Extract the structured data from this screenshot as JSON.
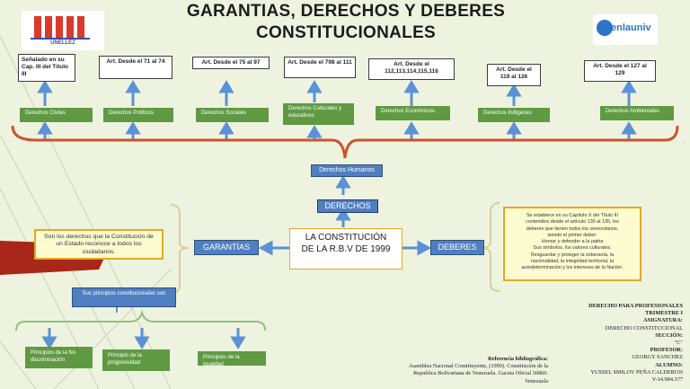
{
  "title_line1": "GARANTIAS, DERECHOS Y DEBERES",
  "title_line2": "CONSTITUCIONALES",
  "logo_left": "UNELLEZ",
  "logo_right": "enlauniv",
  "top_boxes": [
    "Señalado en su Cap. III del Título III",
    "Art. Desde el 71  al 74",
    "Art. Desde el 75  al 97",
    "Art. Desde el  798 al 111",
    "Art. Desde el 112,113,114,115,116",
    "Art.  Desde el 119 al 126",
    "Art. Desde el  127 al 129"
  ],
  "categories": [
    "Derechos Civiles",
    "Derechos Políticos",
    "Derechos Sociales",
    "Derechos Culturales y educativos",
    "Derechos Económicos",
    "Derechos Indígenas",
    "Derechos Ambientales"
  ],
  "derechos_humanos": "Derechos Humanos",
  "derechos": "DERECHOS",
  "center": "LA CONSTITUCIÓN DE LA R.B.V DE 1999",
  "garantias": "GARANTÍAS",
  "deberes": "DEBERES",
  "garantias_note": "Son los derechos que la Constitución de un Estado reconoce a todos los ciudadanos.",
  "principios_label": "Sus principios constitucionales  son",
  "principios": [
    "Principios de la No discriminación",
    "Principio de la progresividad",
    "Principios de la igualdad"
  ],
  "deberes_note": [
    "Se establece en su Capítulo X del Título III",
    "contenidos desde el  artículo 130 al 135, los",
    "deberes que tienen todos los venezolanos,",
    "siendo el primer deber:",
    "Honrar y defender a la patria",
    "Sus símbolos, los valores culturales.",
    "Resguardar y proteger la soberanía, la",
    "nacionalidad, la integridad  territorial, la",
    "autodeterminación y los intereses de la Nación."
  ],
  "info": [
    "DERECHO PARA PROFESIONALES",
    "TRIMESTRE I",
    "ASIGNATURA:",
    "DERECHO CONSTITUCIONAL",
    "SECCIÓN:",
    "\"C\"",
    "PROFESOR:",
    "GEORGY SANCHEZ",
    "ALUMNO:",
    "YUSSEL SMILOV PEÑA CALDERON",
    "V-14.984.377"
  ],
  "reference": [
    "Referencia bibliográfica:",
    "Asamblea Nacional Constituyente, (1999). Constitución de la",
    "Republica Bolivariana de Venezuela. Gaceta Oficial 36860.",
    "Venezuela"
  ],
  "colors": {
    "background": "#eef3df",
    "green": "#5f9a43",
    "blue": "#4f7fc1",
    "orange_bracket": "#c9552e",
    "red_accent": "#a8261a",
    "yellow": "#e6a820"
  }
}
